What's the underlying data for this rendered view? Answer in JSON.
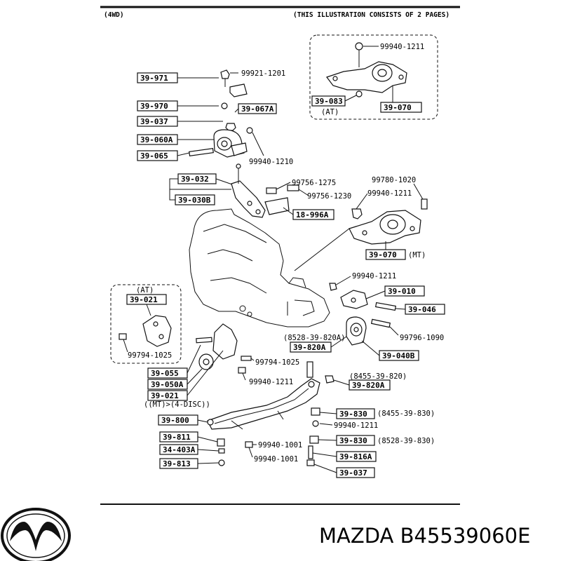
{
  "header": {
    "left": "(4WD)",
    "right": "(THIS ILLUSTRATION CONSISTS OF  2 PAGES)"
  },
  "callouts": {
    "c39971": "39-971",
    "c39970": "39-970",
    "c39067A": "39-067A",
    "c39037a": "39-037",
    "c39060A": "39-060A",
    "c39065": "39-065",
    "c39032": "39-032",
    "c39030B": "39-030B",
    "c18996A": "18-996A",
    "c39083": "39-083",
    "c39070at": "39-070",
    "c39070mt": "39-070",
    "c39021a": "39-021",
    "c39010": "39-010",
    "c39046": "39-046",
    "c39820Aa": "39-820A",
    "c39040B": "39-040B",
    "c39055": "39-055",
    "c39050A": "39-050A",
    "c39021b": "39-021",
    "c39820Ab": "39-820A",
    "c39800": "39-800",
    "c39830a": "39-830",
    "c39811": "39-811",
    "c34403A": "34-403A",
    "c39830b": "39-830",
    "c39813": "39-813",
    "c39816A": "39-816A",
    "c39037b": "39-037"
  },
  "parts": {
    "p99921_1201": "99921-1201",
    "p99940_1210": "99940-1210",
    "p99756_1275": "99756-1275",
    "p99756_1230": "99756-1230",
    "p99940_1211_at": "99940-1211",
    "p99780_1020": "99780-1020",
    "p99940_1211_mt": "99940-1211",
    "p99940_1211_c": "99940-1211",
    "p99796_1090": "99796-1090",
    "p99794_1025_at": "99794-1025",
    "p99794_1025": "99794-1025",
    "p99940_1211_d": "99940-1211",
    "p99940_1211_e": "99940-1211",
    "p99940_1001_a": "99940-1001",
    "p99940_1001_b": "99940-1001",
    "p8455_39_830": "(8455-39-830)",
    "p8528_39_830": "(8528-39-830)",
    "p8455_39_820": "(8455-39-820)",
    "p8528_39_820A": "(8528-39-820A)"
  },
  "notes": {
    "at_top": "(AT)",
    "at_left": "(AT)",
    "mt": "(MT)",
    "mt_4disc": "((MT)>(4-DISC))"
  },
  "footer": {
    "brand_text": "MAZDA B45539060E"
  },
  "logo": {
    "icon": "mazda-logo-icon",
    "text": "MAZDA"
  }
}
